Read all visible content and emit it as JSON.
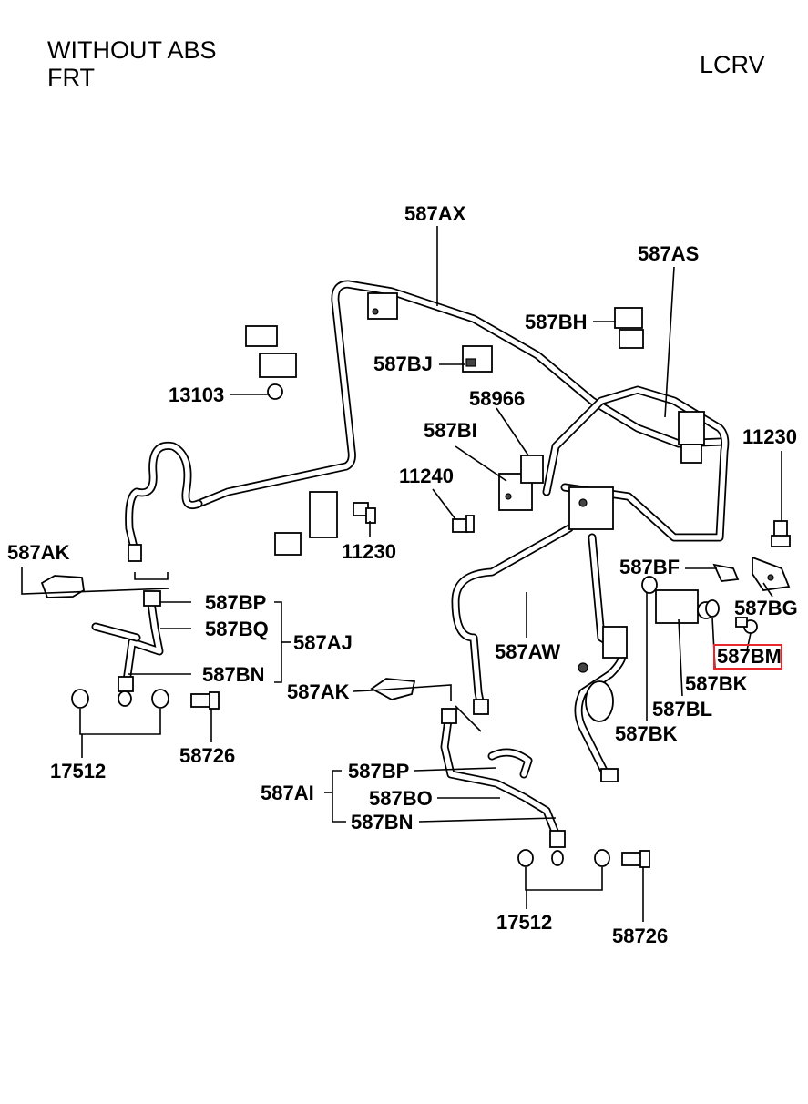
{
  "header": {
    "line1": "WITHOUT ABS",
    "line2": "FRT",
    "right": "LCRV"
  },
  "labels": {
    "l587AX": "587AX",
    "l587AS": "587AS",
    "l587BH": "587BH",
    "l587BJ": "587BJ",
    "l13103": "13103",
    "l58966": "58966",
    "l587BI": "587BI",
    "l11230_right": "11230",
    "l11240": "11240",
    "l11230_mid": "11230",
    "l587AK_top": "587AK",
    "l587BF": "587BF",
    "l587BG": "587BG",
    "l587BP_top": "587BP",
    "l587BQ": "587BQ",
    "l587AJ": "587AJ",
    "l587AW": "587AW",
    "l587BN_top": "587BN",
    "l587BM": "587BM",
    "l587BK_right": "587BK",
    "l587AK_mid": "587AK",
    "l587BL": "587BL",
    "l587BK_lower": "587BK",
    "l17512_left": "17512",
    "l58726_left": "58726",
    "l587BP_bot": "587BP",
    "l587AI": "587AI",
    "l587BO": "587BO",
    "l587BN_bot": "587BN",
    "l17512_bot": "17512",
    "l58726_bot": "58726"
  },
  "highlight": {
    "color": "#e8262b",
    "target": "587BM"
  }
}
